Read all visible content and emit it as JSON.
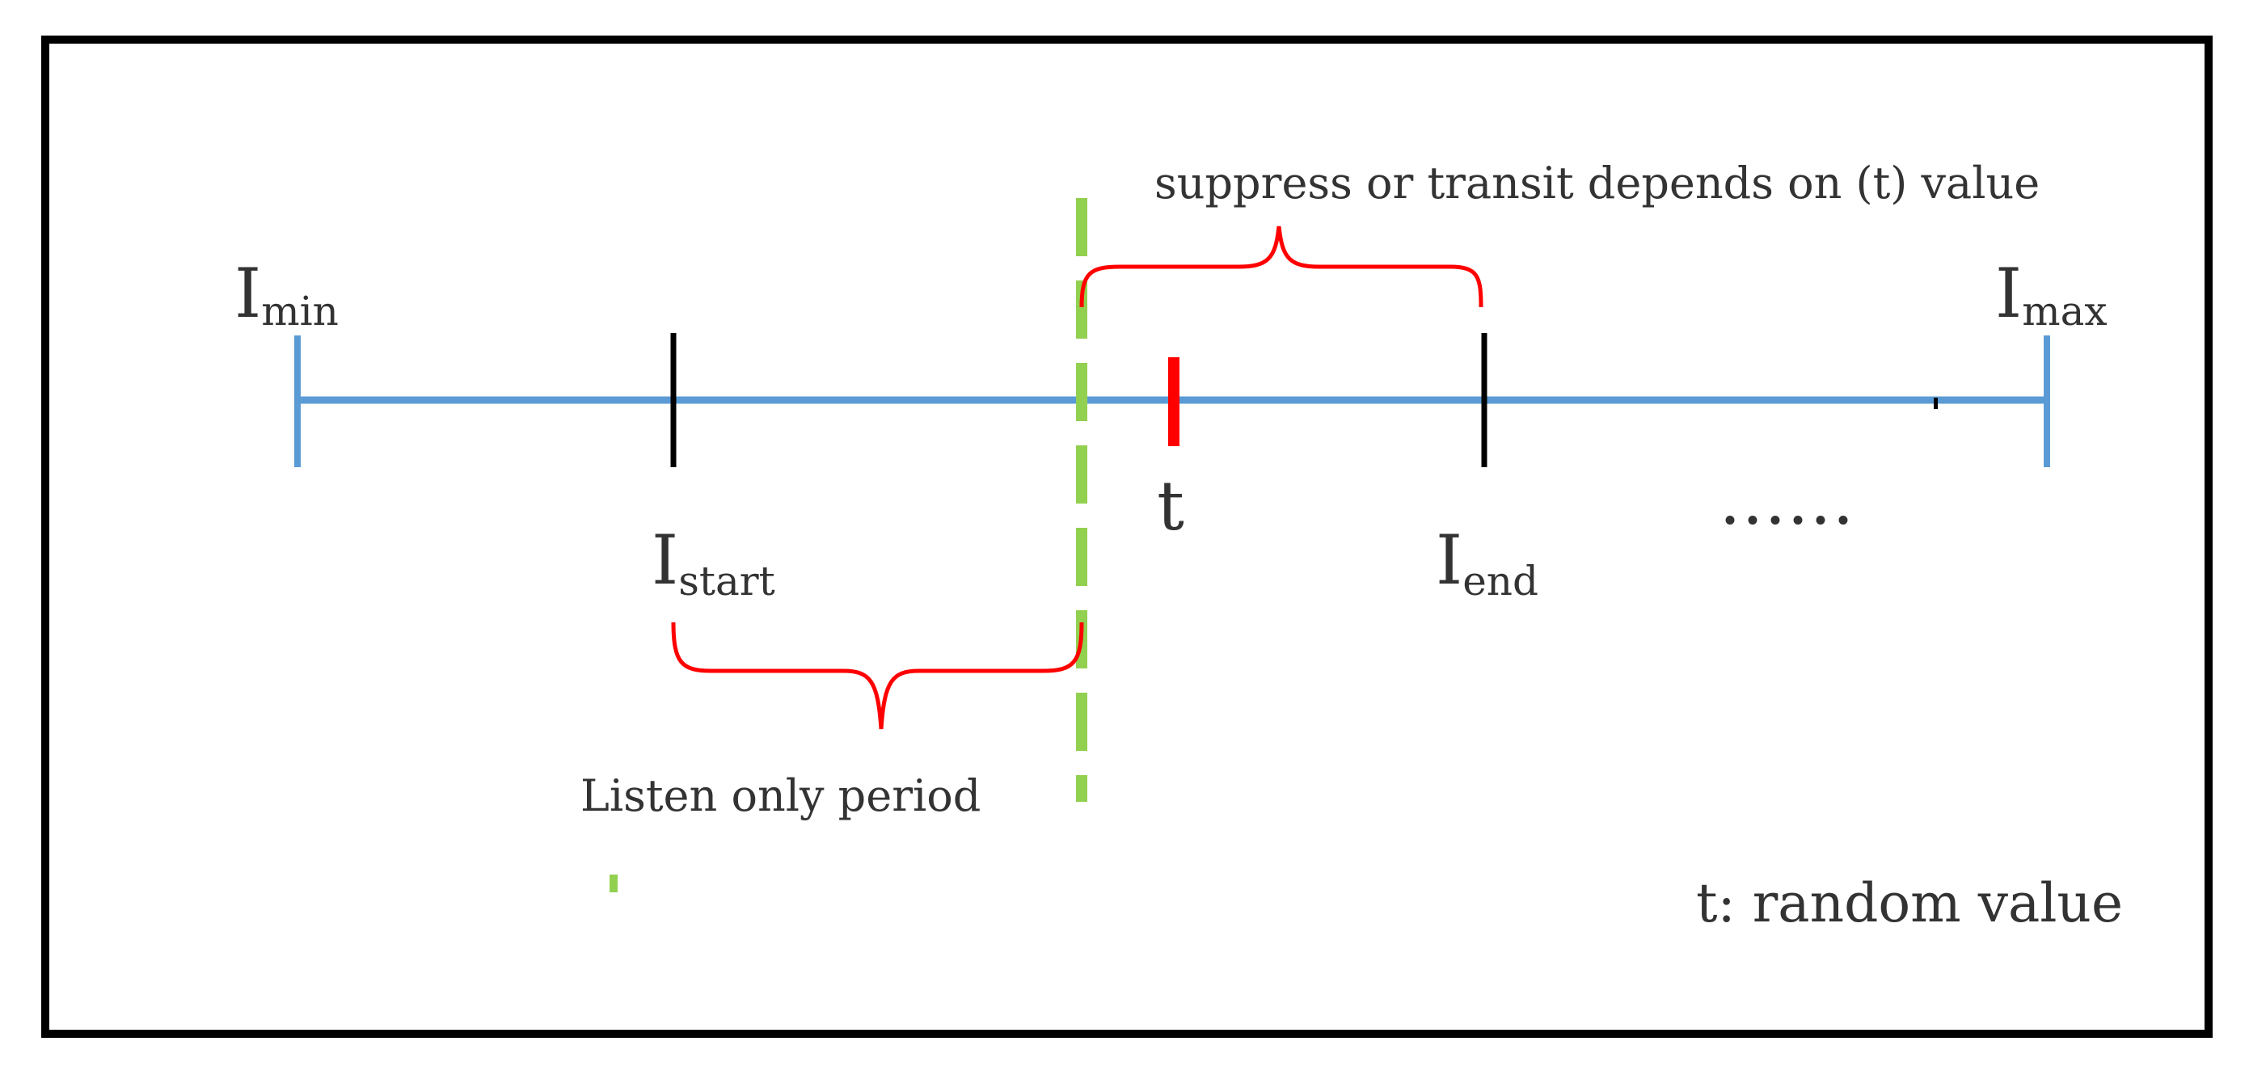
{
  "labels": {
    "min_main": "I",
    "min_sub": "min",
    "max_main": "I",
    "max_sub": "max",
    "start_main": "I",
    "start_sub": "start",
    "end_main": "I",
    "end_sub": "end",
    "t": "t",
    "ellipsis": "……",
    "top_brace": "suppress or transit depends on (t) value",
    "bottom_brace": "Listen only period",
    "legend": "t: random value"
  },
  "colors": {
    "frame": "#000000",
    "timeline": "#5b9bd5",
    "interval_tick": "#000000",
    "t_tick": "#ff0000",
    "brace": "#ff0000",
    "divider": "#92d050"
  }
}
